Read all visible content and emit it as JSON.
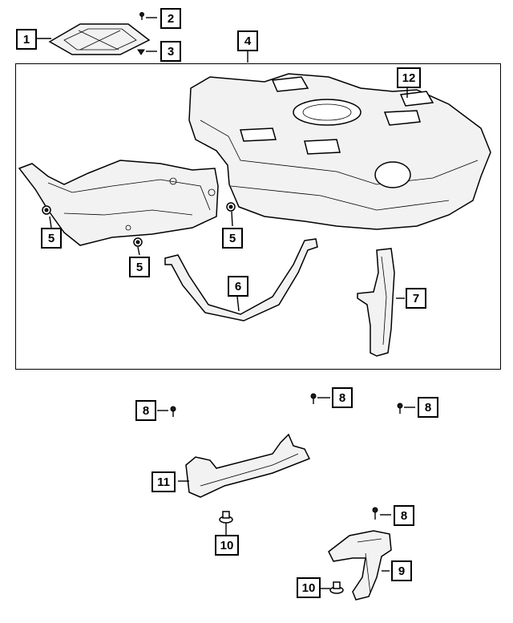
{
  "diagram": {
    "callouts": [
      {
        "id": "c1",
        "label": "1"
      },
      {
        "id": "c2",
        "label": "2"
      },
      {
        "id": "c3",
        "label": "3"
      },
      {
        "id": "c4",
        "label": "4"
      },
      {
        "id": "c12",
        "label": "12"
      },
      {
        "id": "c5a",
        "label": "5"
      },
      {
        "id": "c5b",
        "label": "5"
      },
      {
        "id": "c5c",
        "label": "5"
      },
      {
        "id": "c6",
        "label": "6"
      },
      {
        "id": "c7",
        "label": "7"
      },
      {
        "id": "c8a",
        "label": "8"
      },
      {
        "id": "c8b",
        "label": "8"
      },
      {
        "id": "c8c",
        "label": "8"
      },
      {
        "id": "c8d",
        "label": "8"
      },
      {
        "id": "c11",
        "label": "11"
      },
      {
        "id": "c10a",
        "label": "10"
      },
      {
        "id": "c10b",
        "label": "10"
      },
      {
        "id": "c9",
        "label": "9"
      }
    ]
  }
}
